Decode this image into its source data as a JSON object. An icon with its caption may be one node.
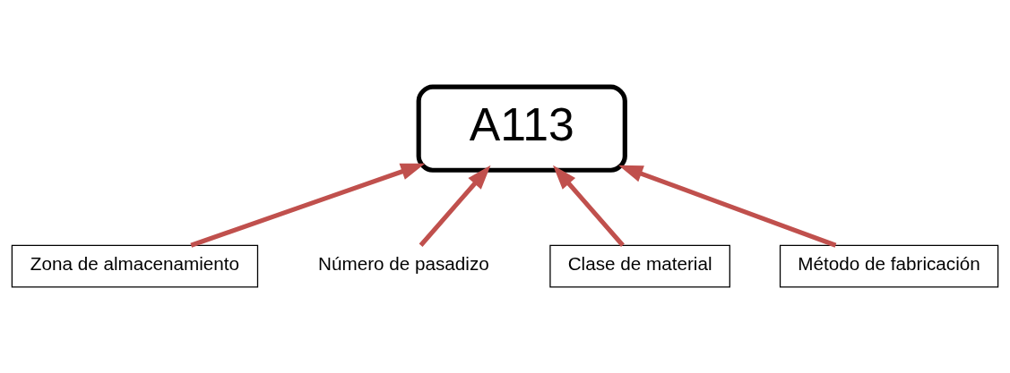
{
  "diagram": {
    "nodes": [
      {
        "text": [
          "A113"
        ]
      },
      {
        "text": [
          "Zona de almacenamiento"
        ]
      },
      {
        "text": [
          "Número de pasadizo"
        ]
      },
      {
        "text": [
          "Clase de material"
        ]
      },
      {
        "text": [
          "Método de fabricación"
        ]
      }
    ],
    "edges": [
      {
        "from": 1,
        "to": 0,
        "arrow": "to"
      },
      {
        "from": 2,
        "to": 0,
        "arrow": "to"
      },
      {
        "from": 3,
        "to": 0,
        "arrow": "to"
      },
      {
        "from": 4,
        "to": 0,
        "arrow": "to"
      }
    ]
  }
}
